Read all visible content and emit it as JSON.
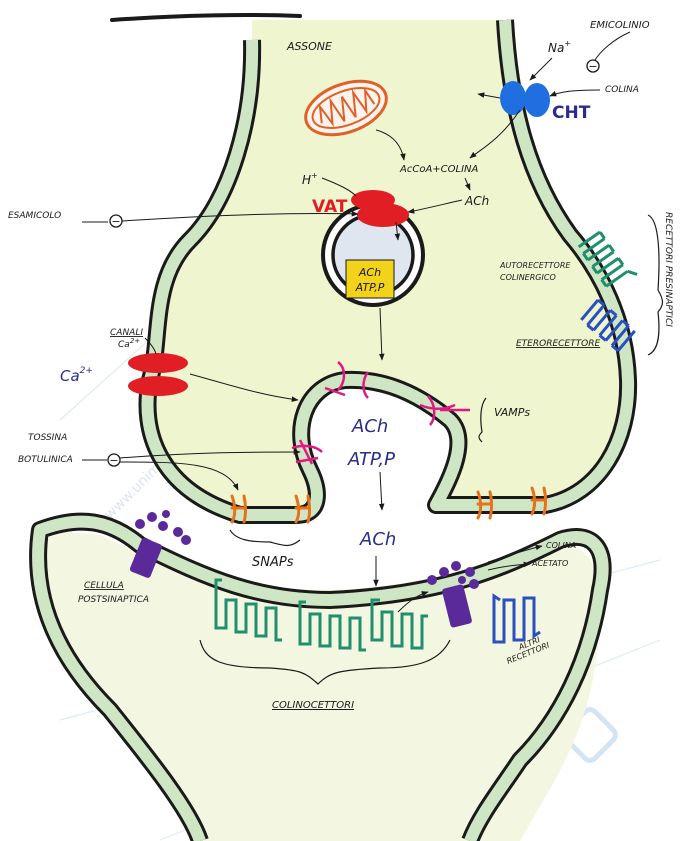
{
  "labels": {
    "axon": "ASSONE",
    "hemicholinium": "EMICOLINIO",
    "na": "Na",
    "na_sup": "+",
    "choline_uptake": "COLINA",
    "cht": "CHT",
    "acoa_choline": "AcCoA+COLINA",
    "ach_cyto": "ACh",
    "h": "H",
    "h_sup": "+",
    "vat": "VAT",
    "vesamicol": "ESAMICOLO",
    "vesicle_line1": "ACh",
    "vesicle_line2": "ATP,P",
    "autoreceptor_line1": "AUTORECETTORE",
    "autoreceptor_line2": "COLINERGICO",
    "presynaptic_receptors": "RECETTORI PRESINAPTICI",
    "heteroreceptor": "ETERORECETTORE",
    "ca_channel_line1": "CANALI",
    "ca_channel_line2": "Ca",
    "ca_channel_sup": "2+",
    "ca": "Ca",
    "ca_sup": "2+",
    "vamps": "VAMPs",
    "ach_terminal": "ACh",
    "atp_terminal": "ATP,P",
    "botox_line1": "TOSSINA",
    "botox_line2": "BOTULINICA",
    "snaps": "SNAPs",
    "ach_cleft": "ACh",
    "choline_out": "COLINA",
    "acetate_out": "ACETATO",
    "postsynaptic_line1": "CELLULA",
    "postsynaptic_line2": "POSTSINAPTICA",
    "other_receptors_line1": "ALTRI",
    "other_receptors_line2": "RECETTORI",
    "cholinoceptor": "COLINOCETTORI",
    "inhibit_symbol": "−",
    "watermark": "www.unimesss.it"
  },
  "colors": {
    "outline": "#1a1a1a",
    "membrane": "#cfe6c4",
    "cytoplasm": "#eef5cf",
    "mitochondrion": "#e0602a",
    "cht": "#1f6fe0",
    "vat": "#e01e24",
    "ca_channel": "#e01e24",
    "label_blue": "#2a2d8c",
    "vamp": "#e0197f",
    "snap": "#e8701a",
    "receptor_green": "#1f8f6e",
    "receptor_blue": "#2a4fc0",
    "nicotinic": "#5b2a9a",
    "vesicle_content": "#f2d21a",
    "watermark": "#cfe3f2"
  },
  "icons": [
    "mitochondrion-icon",
    "cht-transporter-icon",
    "vat-transporter-icon",
    "calcium-channel-icon",
    "snare-snap-icon",
    "vamp-icon",
    "nicotinic-receptor-icon",
    "gpcr-receptor-icon",
    "inhibitor-symbol-icon",
    "watermark-logo-icon"
  ]
}
